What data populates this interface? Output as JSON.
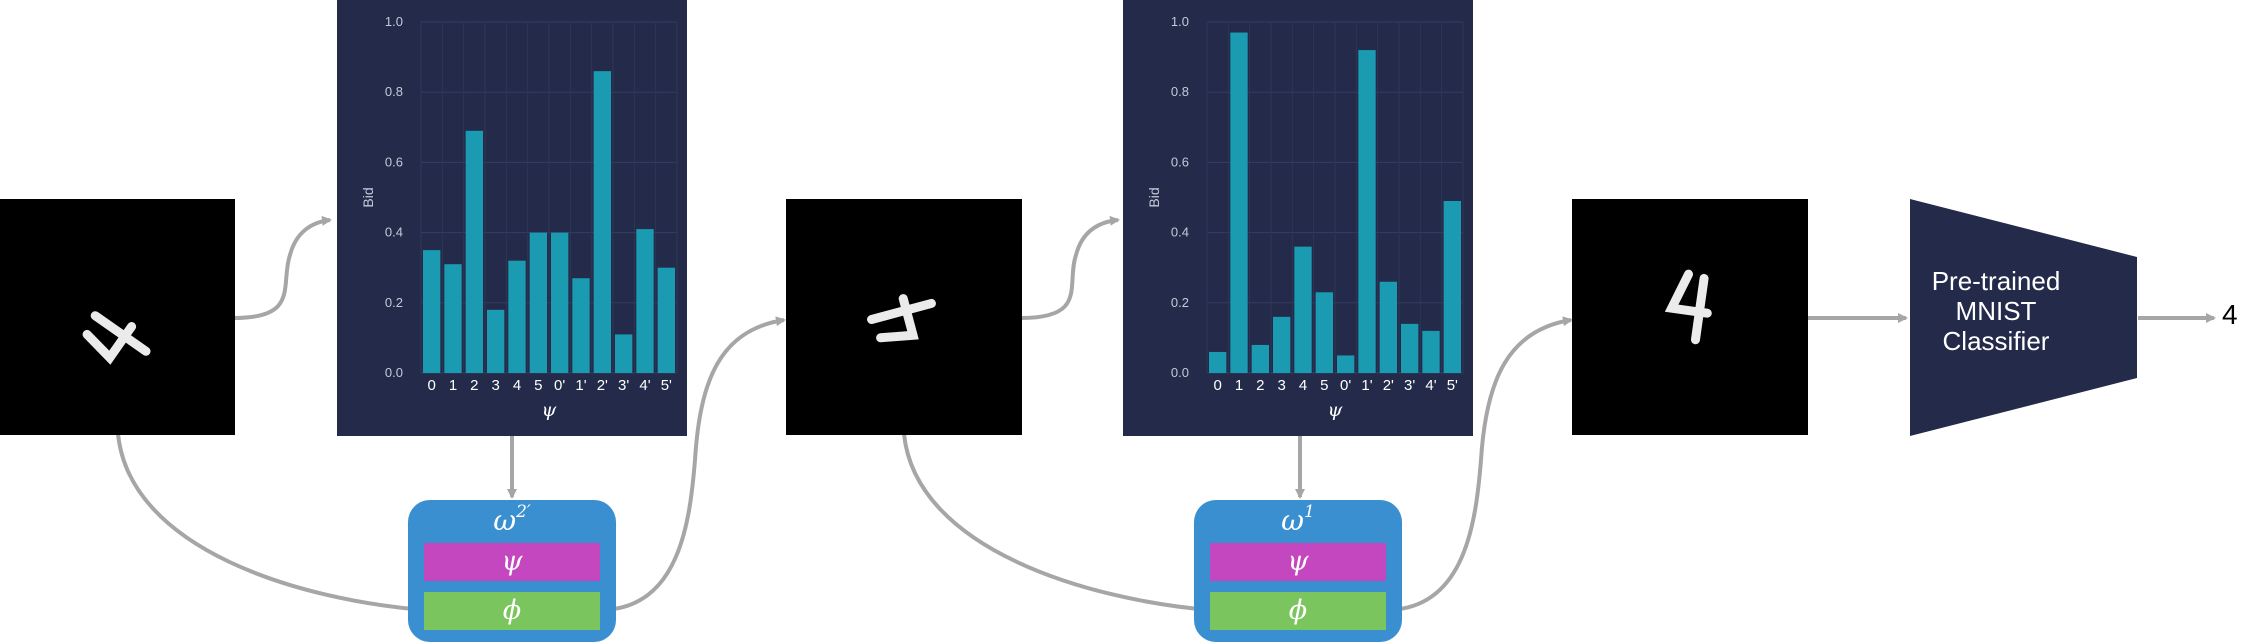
{
  "chart_data": [
    {
      "type": "bar",
      "categories": [
        "0",
        "1",
        "2",
        "3",
        "4",
        "5",
        "0'",
        "1'",
        "2'",
        "3'",
        "4'",
        "5'"
      ],
      "values": [
        0.35,
        0.31,
        0.69,
        0.18,
        0.32,
        0.4,
        0.4,
        0.27,
        0.86,
        0.11,
        0.41,
        0.3
      ],
      "xlabel": "ψ",
      "ylabel": "Bid",
      "ylim": [
        0,
        1.0
      ],
      "yticks": [
        "0.0",
        "0.2",
        "0.4",
        "0.6",
        "0.8",
        "1.0"
      ],
      "bar_color": "#1a9bb2"
    },
    {
      "type": "bar",
      "categories": [
        "0",
        "1",
        "2",
        "3",
        "4",
        "5",
        "0'",
        "1'",
        "2'",
        "3'",
        "4'",
        "5'"
      ],
      "values": [
        0.06,
        0.97,
        0.08,
        0.16,
        0.36,
        0.23,
        0.05,
        0.92,
        0.26,
        0.14,
        0.12,
        0.49
      ],
      "xlabel": "ψ",
      "ylabel": "Bid",
      "ylim": [
        0,
        1.0
      ],
      "yticks": [
        "0.0",
        "0.2",
        "0.4",
        "0.6",
        "0.8",
        "1.0"
      ],
      "bar_color": "#1a9bb2"
    }
  ],
  "modules": [
    {
      "omega": "ω",
      "superscript": "2′",
      "psi": "ψ",
      "phi": "ϕ"
    },
    {
      "omega": "ω",
      "superscript": "1",
      "psi": "ψ",
      "phi": "ϕ"
    }
  ],
  "classifier": {
    "label": "Pre-trained MNIST Classifier"
  },
  "output": {
    "label": "4"
  },
  "digits": [
    {
      "name": "rotated-four-input"
    },
    {
      "name": "rotated-four-intermediate"
    },
    {
      "name": "upright-four-output"
    }
  ],
  "colors": {
    "panel": "#232a4a",
    "bar": "#1a9bb2",
    "module": "#3a8fd0",
    "psi_layer": "#c447c0",
    "phi_layer": "#7ac55d",
    "classifier": "#232a4a",
    "arrow": "#a6a6a6"
  }
}
